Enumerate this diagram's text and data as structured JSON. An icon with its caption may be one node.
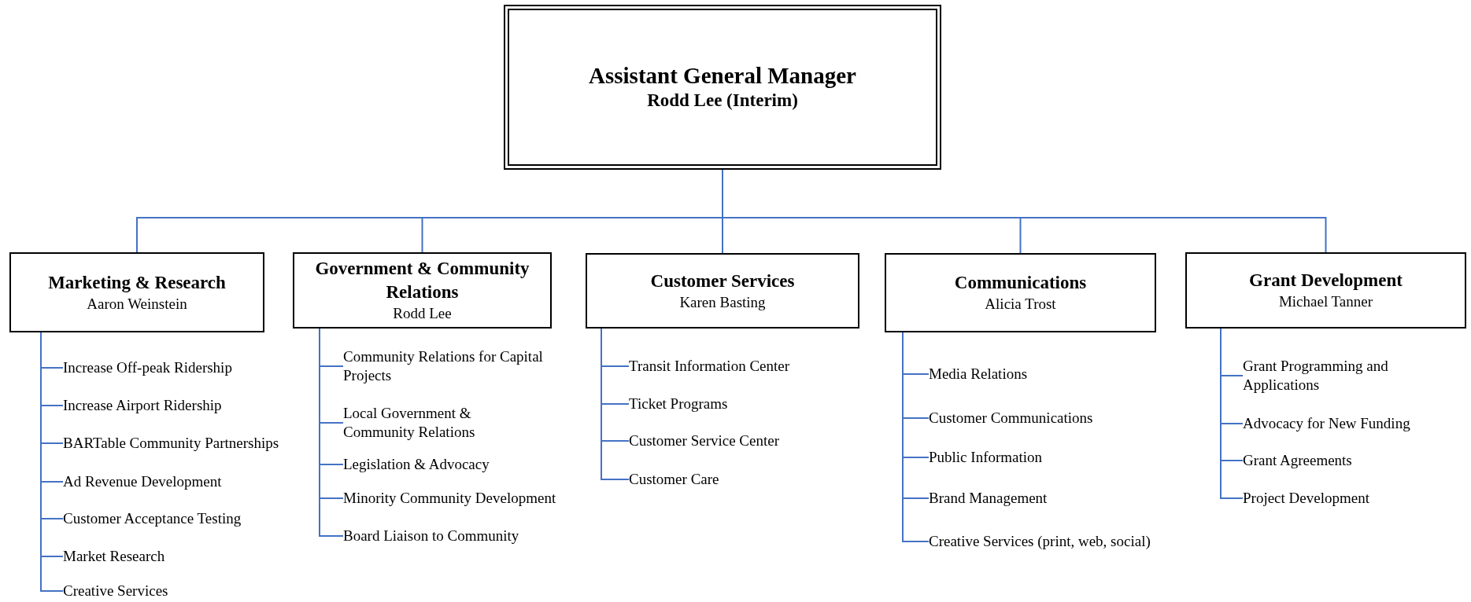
{
  "diagram": {
    "nodes": [
      {
        "text": [
          "Assistant General Manager",
          "Rodd Lee (Interim)"
        ]
      },
      {
        "text": [
          "Marketing & Research",
          "Aaron Weinstein"
        ]
      },
      {
        "text": [
          "Increase Off-peak Ridership"
        ]
      },
      {
        "text": [
          "Increase Airport Ridership"
        ]
      },
      {
        "text": [
          "BARTable Community Partnerships"
        ]
      },
      {
        "text": [
          "Ad Revenue Development"
        ]
      },
      {
        "text": [
          "Customer Acceptance Testing"
        ]
      },
      {
        "text": [
          "Market Research"
        ]
      },
      {
        "text": [
          "Creative Services"
        ]
      },
      {
        "text": [
          "Government & Community Relations",
          "Rodd Lee"
        ]
      },
      {
        "text": [
          "Community Relations for Capital Projects"
        ]
      },
      {
        "text": [
          "Local Government & Community Relations"
        ]
      },
      {
        "text": [
          "Legislation & Advocacy"
        ]
      },
      {
        "text": [
          "Minority Community Development"
        ]
      },
      {
        "text": [
          "Board Liaison to Community"
        ]
      },
      {
        "text": [
          "Customer Services",
          "Karen Basting"
        ]
      },
      {
        "text": [
          "Transit Information Center"
        ]
      },
      {
        "text": [
          "Ticket Programs"
        ]
      },
      {
        "text": [
          "Customer Service Center"
        ]
      },
      {
        "text": [
          "Customer Care"
        ]
      },
      {
        "text": [
          "Communications",
          "Alicia Trost"
        ]
      },
      {
        "text": [
          "Media Relations"
        ]
      },
      {
        "text": [
          "Customer Communications"
        ]
      },
      {
        "text": [
          "Public Information"
        ]
      },
      {
        "text": [
          "Brand Management"
        ]
      },
      {
        "text": [
          "Creative Services (print, web, social)"
        ]
      },
      {
        "text": [
          "Grant Development",
          "Michael Tanner"
        ]
      },
      {
        "text": [
          "Grant Programming and Applications"
        ]
      },
      {
        "text": [
          "Advocacy for New Funding"
        ]
      },
      {
        "text": [
          "Grant Agreements"
        ]
      },
      {
        "text": [
          "Project Development"
        ]
      }
    ],
    "edges": [
      {
        "from": 0,
        "to": 1,
        "arrow": "none"
      },
      {
        "from": 0,
        "to": 9,
        "arrow": "none"
      },
      {
        "from": 0,
        "to": 15,
        "arrow": "none"
      },
      {
        "from": 0,
        "to": 20,
        "arrow": "none"
      },
      {
        "from": 0,
        "to": 26,
        "arrow": "none"
      },
      {
        "from": 1,
        "to": 2,
        "arrow": "none"
      },
      {
        "from": 1,
        "to": 3,
        "arrow": "none"
      },
      {
        "from": 1,
        "to": 4,
        "arrow": "none"
      },
      {
        "from": 1,
        "to": 5,
        "arrow": "none"
      },
      {
        "from": 1,
        "to": 6,
        "arrow": "none"
      },
      {
        "from": 1,
        "to": 7,
        "arrow": "none"
      },
      {
        "from": 1,
        "to": 8,
        "arrow": "none"
      },
      {
        "from": 9,
        "to": 10,
        "arrow": "none"
      },
      {
        "from": 9,
        "to": 11,
        "arrow": "none"
      },
      {
        "from": 9,
        "to": 12,
        "arrow": "none"
      },
      {
        "from": 9,
        "to": 13,
        "arrow": "none"
      },
      {
        "from": 9,
        "to": 14,
        "arrow": "none"
      },
      {
        "from": 15,
        "to": 16,
        "arrow": "none"
      },
      {
        "from": 15,
        "to": 17,
        "arrow": "none"
      },
      {
        "from": 15,
        "to": 18,
        "arrow": "none"
      },
      {
        "from": 15,
        "to": 19,
        "arrow": "none"
      },
      {
        "from": 20,
        "to": 21,
        "arrow": "none"
      },
      {
        "from": 20,
        "to": 22,
        "arrow": "none"
      },
      {
        "from": 20,
        "to": 23,
        "arrow": "none"
      },
      {
        "from": 20,
        "to": 24,
        "arrow": "none"
      },
      {
        "from": 20,
        "to": 25,
        "arrow": "none"
      },
      {
        "from": 26,
        "to": 27,
        "arrow": "none"
      },
      {
        "from": 26,
        "to": 28,
        "arrow": "none"
      },
      {
        "from": 26,
        "to": 29,
        "arrow": "none"
      },
      {
        "from": 26,
        "to": 30,
        "arrow": "none"
      }
    ]
  }
}
